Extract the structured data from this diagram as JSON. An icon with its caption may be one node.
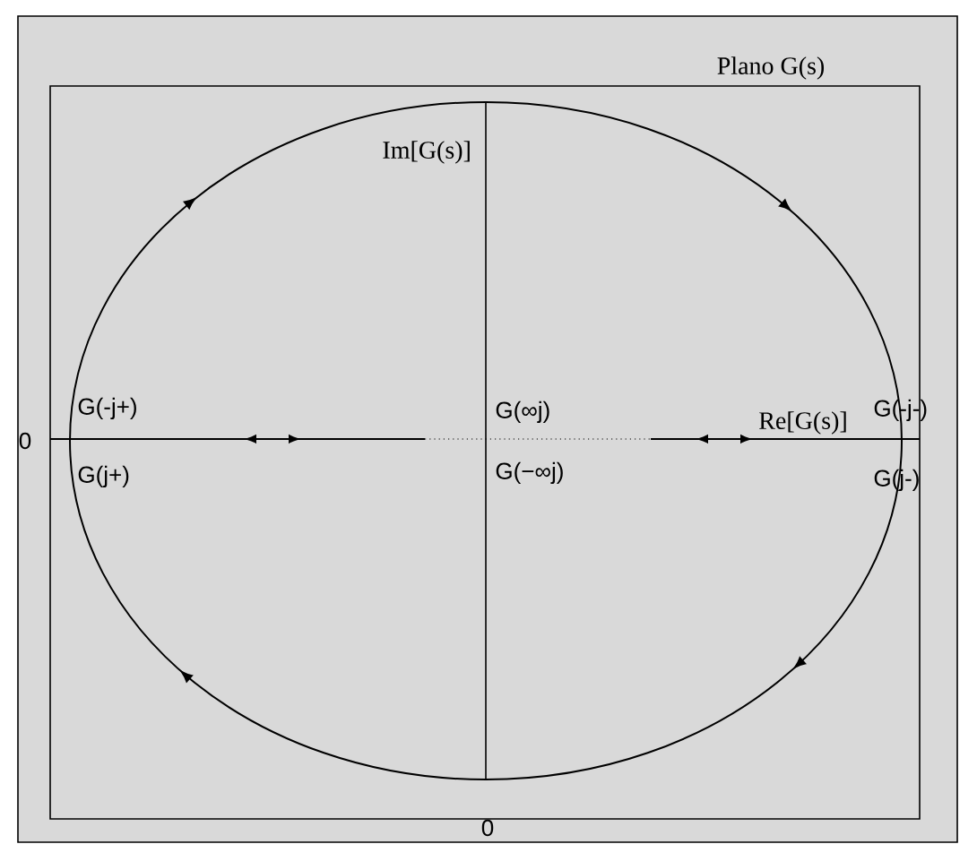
{
  "diagram": {
    "labels": [
      "Plano G(s)",
      "Im[G(s)]",
      "G(-j+)",
      "0",
      "G(j+)",
      "G(∞j)",
      "G(−∞j)",
      "Re[G(s)]",
      "G(-j-)",
      "G(j-)",
      "0"
    ]
  }
}
